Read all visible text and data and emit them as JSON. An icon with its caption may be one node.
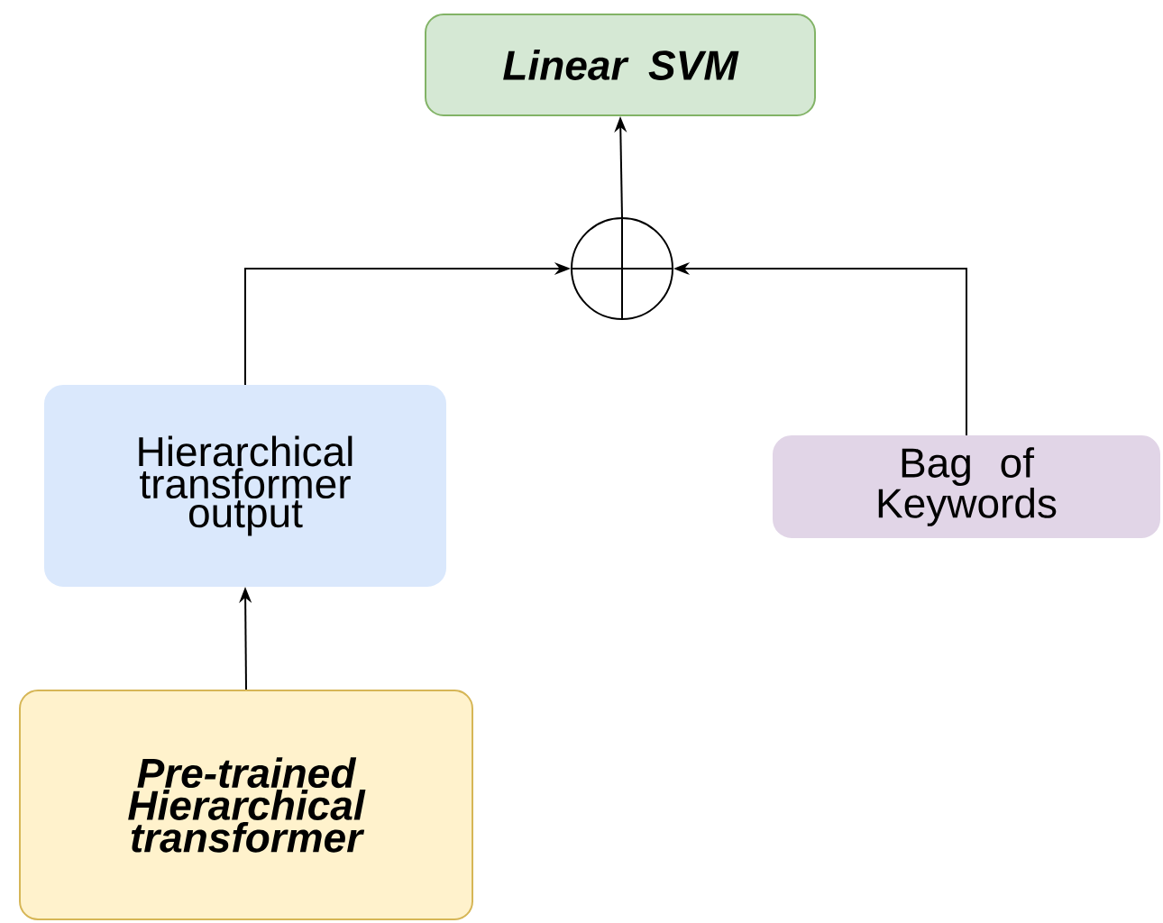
{
  "diagram": {
    "nodes": [
      {
        "text": [
          "Linear SVM"
        ]
      },
      {
        "text": [],
        "shape": "circle"
      },
      {
        "text": [
          "Hierarchical transformer output"
        ]
      },
      {
        "text": [
          "Bag of Keywords"
        ]
      },
      {
        "text": [
          "Pre-trained Hierarchical transformer"
        ]
      }
    ],
    "edges": [
      {
        "from": 4,
        "to": 2,
        "arrow": "to"
      },
      {
        "from": 2,
        "to": 1,
        "arrow": "to"
      },
      {
        "from": 3,
        "to": 1,
        "arrow": "to"
      },
      {
        "from": 1,
        "to": 0,
        "arrow": "to"
      }
    ]
  }
}
